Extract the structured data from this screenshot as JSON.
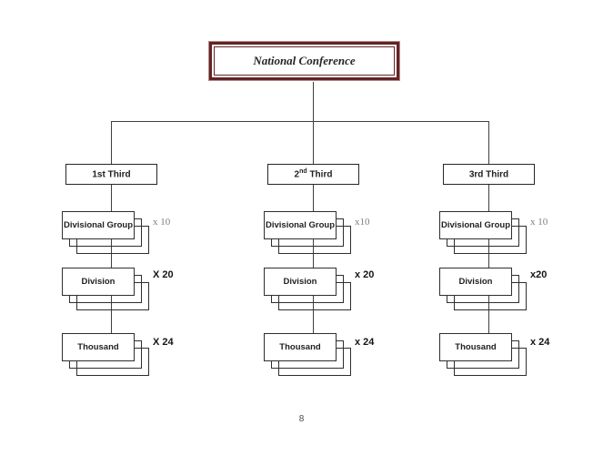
{
  "page": {
    "background": "#ffffff",
    "page_number": "8"
  },
  "root_box": {
    "title": "National Conference",
    "border_color": "#622423"
  },
  "connectors": {
    "color": "#3f3f3f"
  },
  "styles": {
    "box_border_color": "#2e2e2e",
    "multiplier_gray_color": "#7f7f7f",
    "multiplier_dark_color": "#141414"
  },
  "columns": [
    {
      "third": {
        "base": "1st",
        "sup": "",
        "rest": " Third"
      },
      "levels": [
        {
          "label": "Divisional Group",
          "multiplier": "x 10"
        },
        {
          "label": "Division",
          "multiplier": "X 20"
        },
        {
          "label": "Thousand",
          "multiplier": "X 24"
        }
      ]
    },
    {
      "third": {
        "base": "2",
        "sup": "nd",
        "rest": " Third"
      },
      "levels": [
        {
          "label": "Divisional Group",
          "multiplier": "x10"
        },
        {
          "label": "Division",
          "multiplier": "x 20"
        },
        {
          "label": "Thousand",
          "multiplier": "x 24"
        }
      ]
    },
    {
      "third": {
        "base": "3rd",
        "sup": "",
        "rest": " Third"
      },
      "levels": [
        {
          "label": "Divisional Group",
          "multiplier": "x 10"
        },
        {
          "label": "Division",
          "multiplier": "x20"
        },
        {
          "label": "Thousand",
          "multiplier": "x 24"
        }
      ]
    }
  ]
}
